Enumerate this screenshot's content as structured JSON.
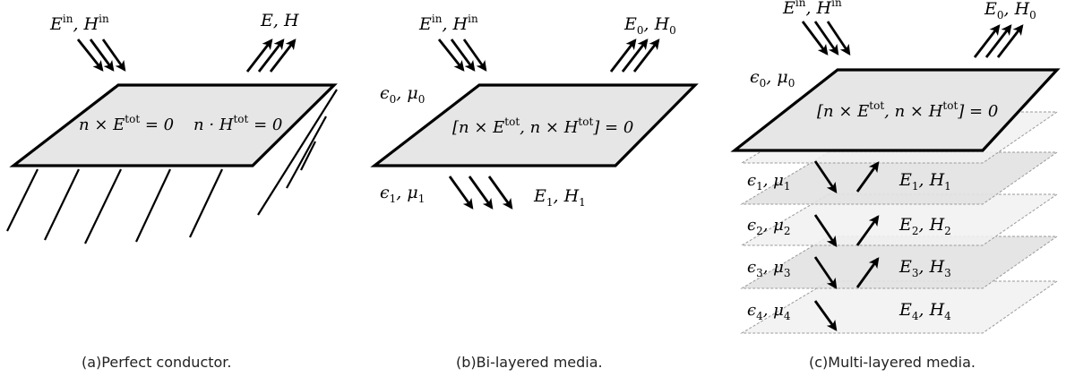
{
  "panels": [
    {
      "id": "a",
      "incident_label": "E^in, H^in",
      "outgoing_label": "E, H",
      "boundary_conditions": [
        "n × E^tot = 0",
        "n · H^tot = 0"
      ],
      "caption": "(a)Perfect conductor."
    },
    {
      "id": "b",
      "incident_label": "E^in, H^in",
      "outgoing_label": "E_0, H_0",
      "upper_medium": "ε_0, μ_0",
      "lower_medium": "ε_1, μ_1",
      "transmitted_label": "E_1, H_1",
      "boundary_condition": "[n × E^tot, n × H^tot] = 0",
      "caption": "(b)Bi-layered media."
    },
    {
      "id": "c",
      "incident_label": "E^in, H^in",
      "outgoing_label": "E_0, H_0",
      "upper_medium": "ε_0, μ_0",
      "boundary_condition": "[n × E^tot, n × H^tot] = 0",
      "layers": [
        {
          "medium": "ε_1, μ_1",
          "fields": "E_1, H_1"
        },
        {
          "medium": "ε_2, μ_2",
          "fields": "E_2, H_2"
        },
        {
          "medium": "ε_3, μ_3",
          "fields": "E_3, H_3"
        },
        {
          "medium": "ε_4, μ_4",
          "fields": "E_4, H_4"
        }
      ],
      "caption": "(c)Multi-layered media."
    }
  ]
}
